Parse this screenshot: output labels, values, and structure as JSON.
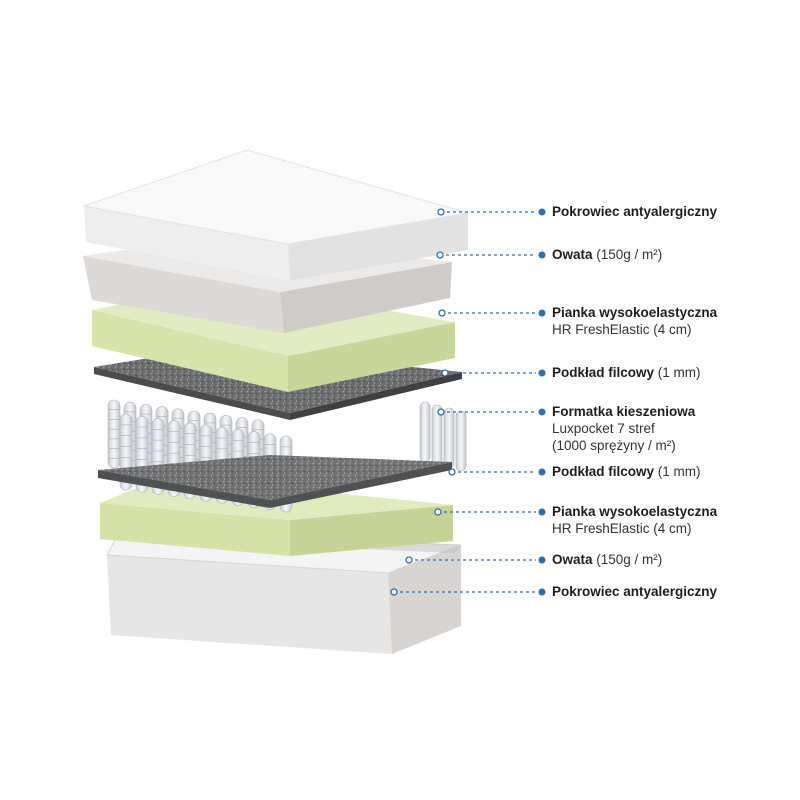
{
  "layers": [
    {
      "title": "Pokrowiec antyalergiczny",
      "detail": "",
      "sub": []
    },
    {
      "title": "Owata",
      "detail": "(150g / m²)",
      "sub": []
    },
    {
      "title": "Pianka wysokoelastyczna",
      "detail": "",
      "sub": [
        "HR FreshElastic (4 cm)"
      ]
    },
    {
      "title": "Podkład filcowy",
      "detail": "(1 mm)",
      "sub": []
    },
    {
      "title": "Formatka kieszeniowa",
      "detail": "",
      "sub": [
        "Luxpocket 7 stref",
        "(1000 sprężyny / m²)"
      ]
    },
    {
      "title": "Podkład filcowy",
      "detail": "(1 mm)",
      "sub": []
    },
    {
      "title": "Pianka wysokoelastyczna",
      "detail": "",
      "sub": [
        "HR FreshElastic (4 cm)"
      ]
    },
    {
      "title": "Owata",
      "detail": "(150g / m²)",
      "sub": []
    },
    {
      "title": "Pokrowiec antyalergiczny",
      "detail": "",
      "sub": []
    }
  ],
  "colors": {
    "callout_blue": "#2d6fb5",
    "foam_green": "#dde9b8",
    "felt_gray": "#6b6d6f",
    "cover_white": "#f2f2f2",
    "wadding_gray": "#e4e2e0",
    "spring_blue": "#2a6ab3",
    "spring_white": "#e9ecf0"
  }
}
